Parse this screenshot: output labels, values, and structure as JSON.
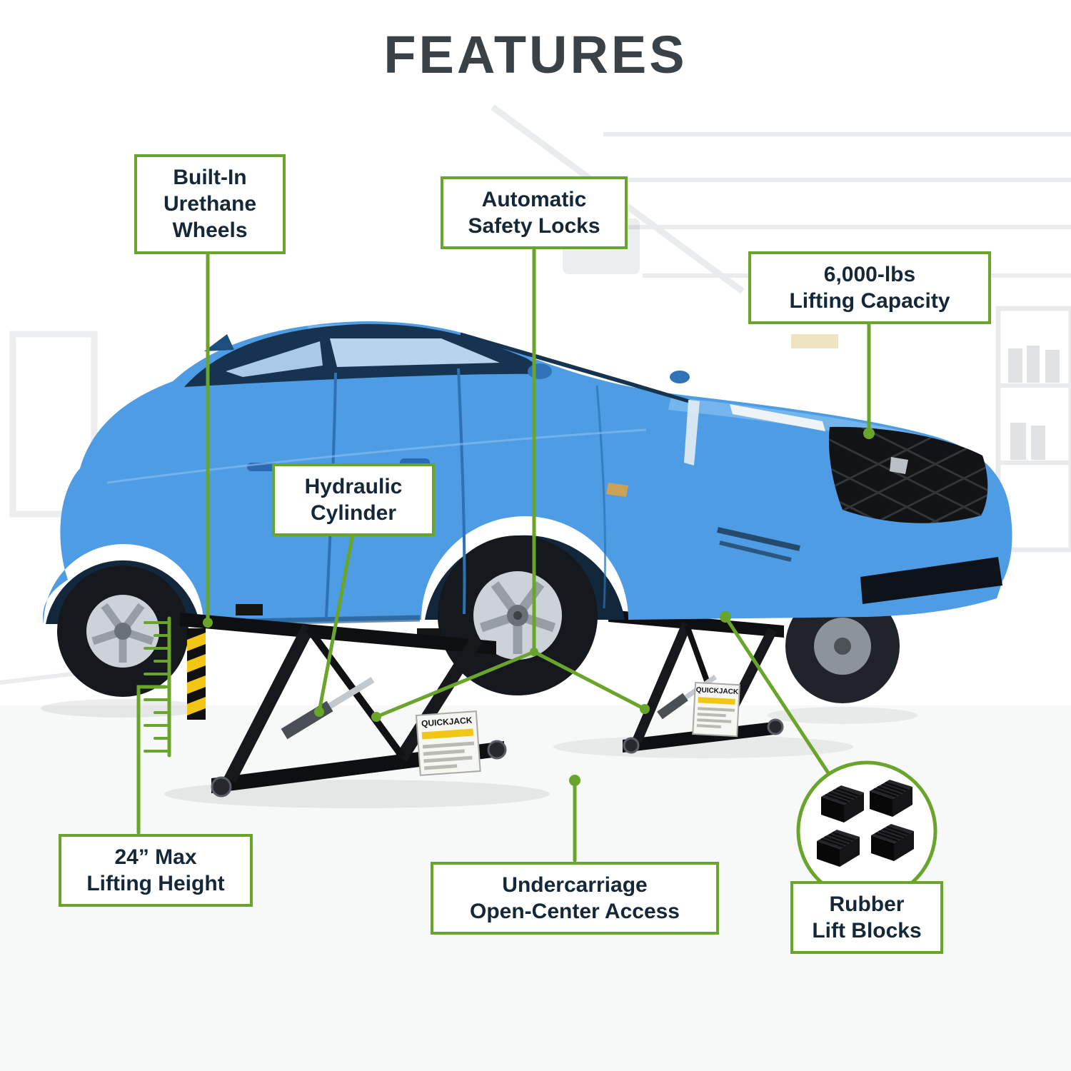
{
  "title": "FEATURES",
  "colors": {
    "accent_green": "#6aa52b",
    "title_text": "#3a4248",
    "label_text": "#142838",
    "car_blue": "#4d9ce4"
  },
  "callouts": {
    "built_in_urethane_wheels": "Built-In\nUrethane\nWheels",
    "automatic_safety_locks": "Automatic\nSafety Locks",
    "lifting_capacity": "6,000-lbs\nLifting Capacity",
    "hydraulic_cylinder": "Hydraulic\nCylinder",
    "max_lifting_height": "24” Max\nLifting Height",
    "undercarriage_access": "Undercarriage\nOpen-Center Access",
    "rubber_lift_blocks": "Rubber\nLift Blocks"
  },
  "lift_placard": "QUICKJACK"
}
